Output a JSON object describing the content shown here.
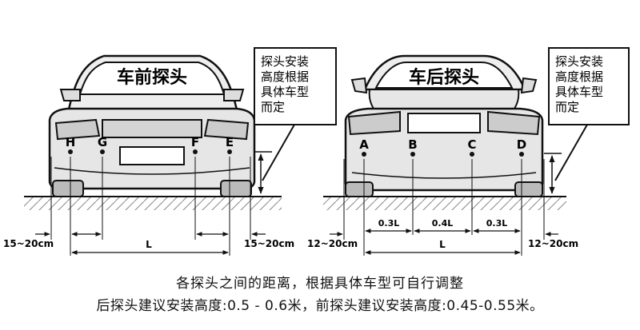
{
  "front": {
    "title": "车前探头",
    "note": [
      "探头安装",
      "高度根据",
      "具体车型",
      "而定"
    ],
    "sensors": [
      "H",
      "G",
      "F",
      "E"
    ],
    "dim_left": "15~20cm",
    "dim_right": "15~20cm",
    "dim_span": "L"
  },
  "rear": {
    "title": "车后探头",
    "note": [
      "探头安装",
      "高度根据",
      "具体车型",
      "而定"
    ],
    "sensors": [
      "A",
      "B",
      "C",
      "D"
    ],
    "dim_left": "12~20cm",
    "dim_right": "12~20cm",
    "dim_seg1": "0.3L",
    "dim_seg2": "0.4L",
    "dim_seg3": "0.3L",
    "dim_span": "L"
  },
  "caption": {
    "line1": "各探头之间的距离，根据具体车型可自行调整",
    "line2": "后探头建议安装高度:0.5 - 0.6米，前探头建议安装高度:0.45-0.55米。"
  }
}
